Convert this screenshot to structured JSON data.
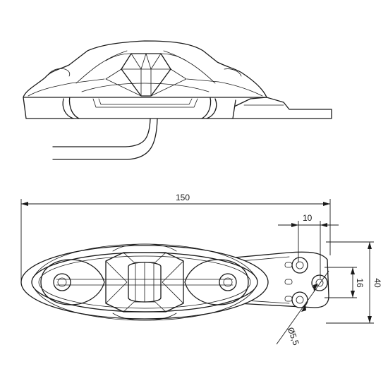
{
  "drawing": {
    "dimensions": {
      "overall_length": "150",
      "hole_spacing": "10",
      "mount_height": "40",
      "inner_height": "16",
      "hole_diameter": "Ø5,5"
    }
  }
}
